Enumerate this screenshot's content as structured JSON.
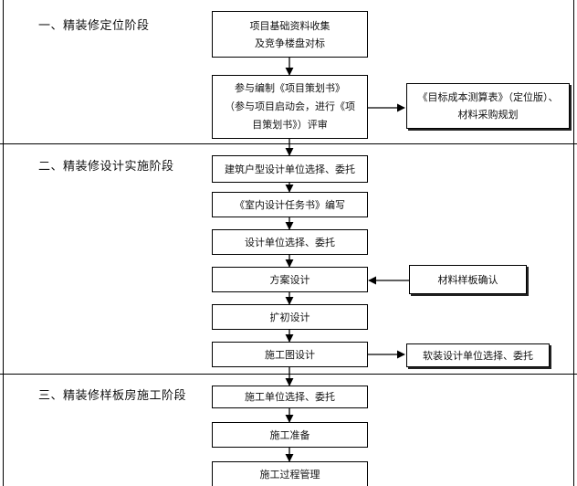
{
  "phases": {
    "p1": "一、精装修定位阶段",
    "p2": "二、精装修设计实施阶段",
    "p3": "三、精装修样板房施工阶段"
  },
  "steps": {
    "s1_l1": "项目基础资料收集",
    "s1_l2": "及竞争楼盘对标",
    "s2_l1": "参与编制《项目策划书》",
    "s2_l2": "（参与项目启动会，进行《项",
    "s2_l3": "目策划书》）评审",
    "s3": "建筑户型设计单位选择、委托",
    "s4": "《室内设计任务书》编写",
    "s5": "设计单位选择、委托",
    "s6": "方案设计",
    "s7": "扩初设计",
    "s8": "施工图设计",
    "s9": "施工单位选择、委托",
    "s10": "施工准备",
    "s11": "施工过程管理"
  },
  "side": {
    "target_l1": "《目标成本测算表》（定位版）、",
    "target_l2": "材料采购规划",
    "material": "材料样板确认",
    "softdecor": "软装设计单位选择、委托"
  }
}
